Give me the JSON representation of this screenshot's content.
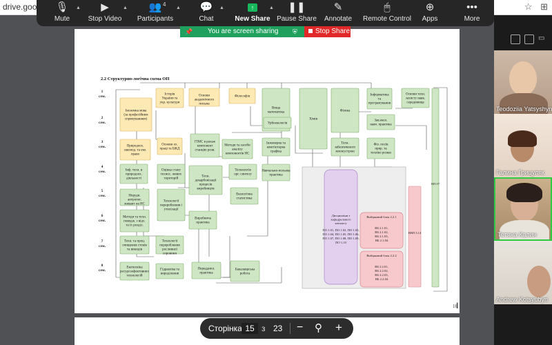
{
  "browser": {
    "url_partial": "drive.goog"
  },
  "toolbar": {
    "items": [
      {
        "label": "Mute"
      },
      {
        "label": "Stop Video"
      },
      {
        "label": "Participants",
        "count": "4"
      },
      {
        "label": "Chat"
      },
      {
        "label": "New Share"
      },
      {
        "label": "Pause Share"
      },
      {
        "label": "Annotate"
      },
      {
        "label": "Remote Control"
      },
      {
        "label": "Apps"
      },
      {
        "label": "More"
      }
    ]
  },
  "share_banner": {
    "status": "You are screen sharing",
    "stop_label": "Stop Share",
    "colors": {
      "green": "#1fa15d",
      "red": "#e02828"
    }
  },
  "document": {
    "heading": "2.2 Структурно-логічна схема ОП",
    "page_marker": "16",
    "semesters": [
      "1\nсем.",
      "2\nсем.",
      "3\nсем.",
      "4\nсем.",
      "5\nсем.",
      "6\nсем.",
      "7\nсем.",
      "8\nсем."
    ],
    "boxes": [
      {
        "text": "Іноземна мова (за професійним спрямуванням)",
        "color": "yellow"
      },
      {
        "text": "Історія України та укр. культури",
        "color": "yellow"
      },
      {
        "text": "Основи академічного письма",
        "color": "yellow"
      },
      {
        "text": "Філософія",
        "color": "yellow"
      },
      {
        "text": "Вища математика",
        "color": "green"
      },
      {
        "text": "Хімія",
        "color": "green"
      },
      {
        "text": "Фізика",
        "color": "green"
      },
      {
        "text": "Інформатика та програмування",
        "color": "green"
      },
      {
        "text": "Основи техн. захисту навк. середовища",
        "color": "green"
      },
      {
        "text": "Урбоекологія",
        "color": "green"
      },
      {
        "text": "Зав.екол. навч. практика",
        "color": "green"
      },
      {
        "text": "Природоох. законод. та еко. право",
        "color": "yellow"
      },
      {
        "text": "Основи ох. праці та БЖД",
        "color": "yellow"
      },
      {
        "text": "ГІМС в рахаж компонент станцію розв.",
        "color": "green"
      },
      {
        "text": "Методи та засоби аналізу компонентів НС",
        "color": "green"
      },
      {
        "text": "Інженерна та комп'ютерна графіка",
        "color": "green"
      },
      {
        "text": "Техн. забезпеченого землеустрою",
        "color": "green"
      },
      {
        "text": "Фіз. посів прир. та техніко розкю",
        "color": "green"
      },
      {
        "text": "Інф. техн. в природоох. діяльності",
        "color": "green"
      },
      {
        "text": "Оцінка стану технос. живих територій",
        "color": "green"
      },
      {
        "text": "Техн. декарбонізації процесів виробництв",
        "color": "green"
      },
      {
        "text": "Технологія орг. синтезу",
        "color": "green"
      },
      {
        "text": "Навчально-польова практика",
        "color": "green"
      },
      {
        "text": "Норуди. антропог. живант на НС",
        "color": "green"
      },
      {
        "text": "Технології перероблення і утилізації",
        "color": "green"
      },
      {
        "text": "Екологічна статистика",
        "color": "green"
      },
      {
        "text": "Методи та техн. поводж. з відх. та їх розділ.",
        "color": "green"
      },
      {
        "text": "Виробнича практика",
        "color": "green"
      },
      {
        "text": "Техн. та проц. очищення стоків та викидів",
        "color": "green"
      },
      {
        "text": "Технології перероблення рослинної сировини",
        "color": "green"
      },
      {
        "text": "Екотехніка ресурсоефективних технологій",
        "color": "green"
      },
      {
        "text": "Гідравліка та вироділення",
        "color": "green"
      },
      {
        "text": "Переддипл. практика",
        "color": "green"
      },
      {
        "text": "Бакалаврська робота",
        "color": "green"
      },
      {
        "text": "ВП 07",
        "color": "green"
      },
      {
        "text": "ВВП 3.14",
        "color": "pink"
      }
    ],
    "catalog": {
      "title": "Дисципліни з кафедрального каталогу",
      "lines": [
        "ПО 1.01, ПО 1.02, ПО 1.03,",
        "ПО 1.04, ПО 1.05, ПО 1.06,",
        "ПО 1.07, ПО 1.08, ПО 1.09,",
        "ПО 1.10"
      ]
    },
    "block1": {
      "title": "Вибірковий блок 2.2.1",
      "lines": [
        "ВБ 2.1.01,",
        "ВБ 2.1.02,",
        "ВБ 2.1.03,",
        "ВБ 2.1.04"
      ]
    },
    "block2": {
      "title": "Вибірковий блок 2.2.2",
      "lines": [
        "ВБ 2.2.01,",
        "ВБ 2.2.02,",
        "ВБ 2.2.03,",
        "ВБ 2.2.04"
      ]
    }
  },
  "page_nav": {
    "label": "Сторінка",
    "current": "15",
    "of": "з",
    "total": "23"
  },
  "participants": [
    {
      "name": "Teodoziia Yatsyshyn"
    },
    {
      "name": "Галина Грицуляк"
    },
    {
      "name": "Тетяна Калин"
    },
    {
      "name": "Andrew Kotsyubyn"
    }
  ]
}
